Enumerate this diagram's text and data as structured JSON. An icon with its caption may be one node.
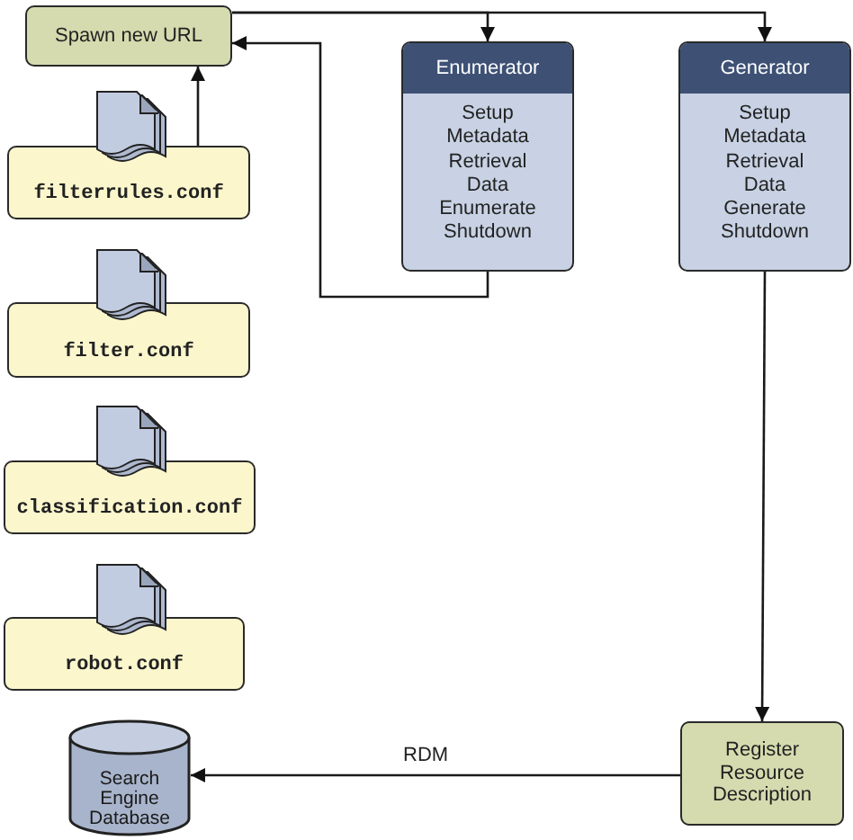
{
  "diagram": {
    "nodes": [
      {
        "text": [
          "Spawn new URL"
        ]
      },
      {
        "text": [
          "filterrules.conf"
        ]
      },
      {
        "text": [
          "filter.conf"
        ]
      },
      {
        "text": [
          "classification.conf"
        ]
      },
      {
        "text": [
          "robot.conf"
        ]
      },
      {
        "text": [
          "Enumerator",
          "Setup",
          "Metadata",
          "Retrieval",
          "Data",
          "Enumerate",
          "Shutdown"
        ]
      },
      {
        "text": [
          "Generator",
          "Setup",
          "Metadata",
          "Retrieval",
          "Data",
          "Generate",
          "Shutdown"
        ]
      },
      {
        "text": [
          "Register Resource Description"
        ]
      },
      {
        "text": [
          "Search Engine Database"
        ]
      }
    ],
    "edges": [
      {
        "from": 0,
        "to": 5,
        "arrow": "to"
      },
      {
        "from": 0,
        "to": 6,
        "arrow": "to"
      },
      {
        "from": 5,
        "to": 0,
        "arrow": "to"
      },
      {
        "from": 1,
        "to": 0,
        "arrow": "to"
      },
      {
        "from": 6,
        "to": 7,
        "arrow": "to"
      },
      {
        "from": 7,
        "to": 8,
        "arrow": "to",
        "label": "RDM"
      }
    ]
  }
}
